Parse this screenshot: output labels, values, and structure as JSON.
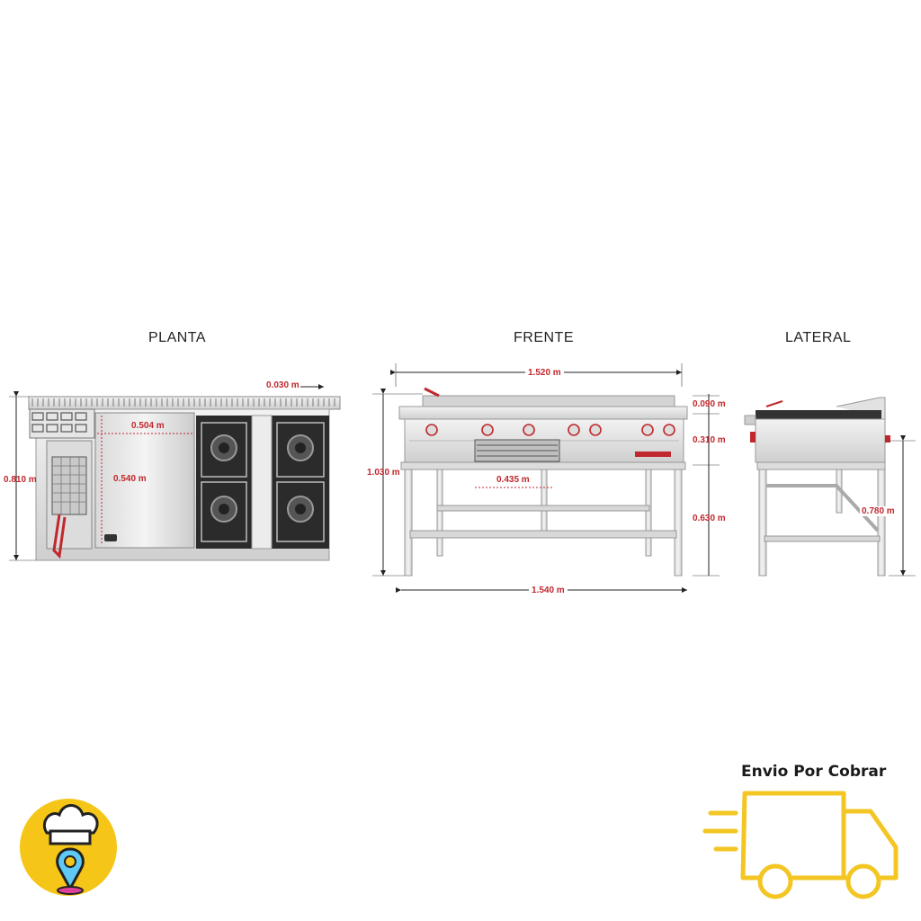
{
  "views": {
    "planta": "PLANTA",
    "frente": "FRENTE",
    "lateral": "LATERAL"
  },
  "dimensions": {
    "planta_top_edge": "0.030 m",
    "planta_plate_width": "0.504 m",
    "planta_plate_depth": "0.540 m",
    "planta_total_depth": "0.810 m",
    "frente_top_width": "1.520 m",
    "frente_total_height": "1.030 m",
    "frente_rail_height": "0.090 m",
    "frente_body_height": "0.310 m",
    "frente_leg_height": "0.630 m",
    "frente_grill_width": "0.435 m",
    "frente_bottom_width": "1.540 m",
    "lateral_height": "0.780 m"
  },
  "shipping": {
    "label": "Envio Por Cobrar"
  },
  "colors": {
    "dimension": "#c0282d",
    "truck": "#f3c623",
    "logo_circle": "#f5c518",
    "steel_light": "#e4e4e4",
    "steel_dark": "#9a9a9a",
    "burner_grid": "#2b2b2b"
  },
  "icons": {
    "truck": "delivery-truck-icon",
    "logo": "chef-hat-location-icon"
  }
}
